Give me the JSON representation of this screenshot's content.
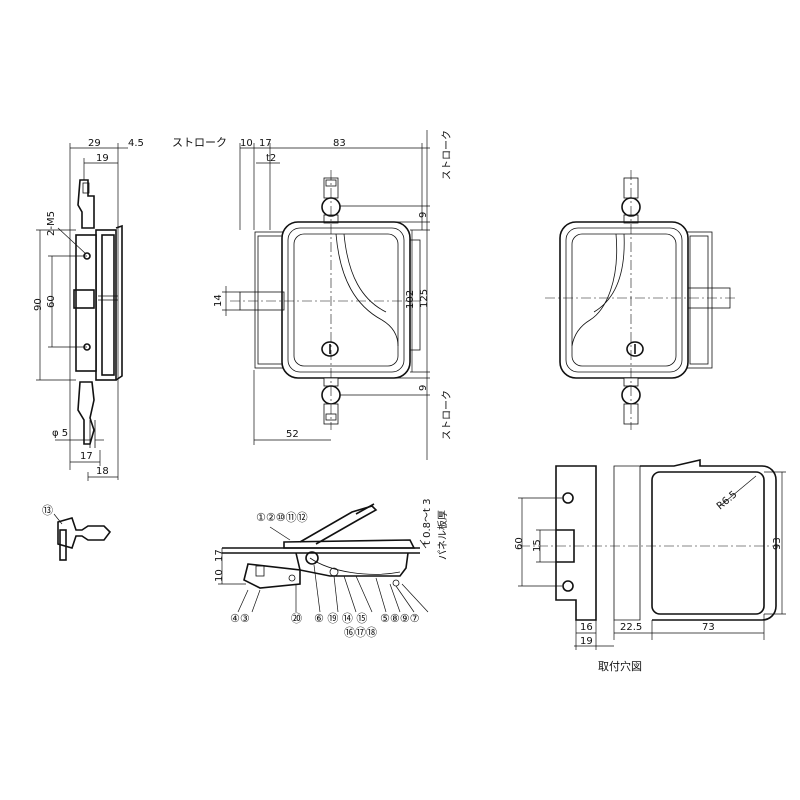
{
  "dimensions": {
    "left_view": {
      "width_29": "29",
      "offset_4_5": "4.5",
      "width_19": "19",
      "screw_2_m5": "2-M5",
      "height_90": "90",
      "pitch_60": "60",
      "pin_phi5": "φ 5",
      "bottom_17": "17",
      "bottom_18": "18"
    },
    "front_view": {
      "stroke": "ストローク",
      "d_10": "10",
      "d_17": "17",
      "d_83": "83",
      "t2": "t2",
      "d_14": "14",
      "d_9_top": "9",
      "d_102": "102",
      "d_125": "125",
      "d_9_bottom": "9",
      "d_52": "52",
      "stroke_v_top": "ストローク",
      "stroke_v_bottom": "ストローク"
    },
    "bottom_section": {
      "parts_top": "①②⑩⑪⑫",
      "panel_thickness": "t 0.8～t 3",
      "panel_thickness_label": "パネル板厚",
      "d_17": "17",
      "d_10": "10",
      "parts_left": "④③",
      "part_20": "⑳",
      "parts_6_19_14_15": "⑥ ⑲ ⑭ ⑮",
      "parts_5_8_9_7": "⑤⑧⑨⑦",
      "parts_16_17_18": "⑯⑰⑱"
    },
    "cutout": {
      "radius": "R6.5",
      "h_60": "60",
      "h_15": "15",
      "h_93": "93",
      "w_16": "16",
      "w_19": "19",
      "w_22_5": "22.5",
      "w_73": "73",
      "caption": "取付穴図"
    },
    "key": {
      "part_13": "⑬"
    }
  }
}
